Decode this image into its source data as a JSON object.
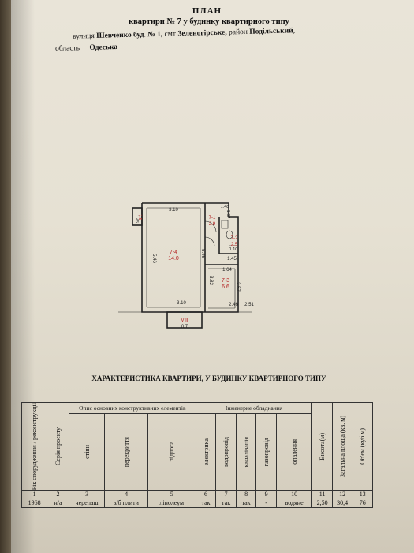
{
  "header": {
    "title": "ПЛАН",
    "subtitle": "квартири № 7 у будинку квартирного типу",
    "address_label_street": "вулиця",
    "address_street": "Шевченко буд. № 1,",
    "address_label_town": "смт",
    "address_town": "Зеленогірське,",
    "address_label_district": "район",
    "address_district": "Подільський,",
    "address_label_region": "область",
    "address_region": "Одеська"
  },
  "plan": {
    "dims": {
      "top_main": "3.10",
      "bottom_main": "3.10",
      "left_main": "5.46",
      "left_mid": "5.46",
      "corridor_v": "3.82",
      "hall_top": "1.10",
      "hall_small": "1.48",
      "hall_right": "1.67",
      "bath_w": "1.45",
      "kitchen_top": "1.64",
      "kitchen_right": "2.57",
      "kitchen_bottom": "2.46",
      "kitchen_corner": "2.51",
      "pantry": "1.45"
    },
    "rooms": [
      {
        "label": "7-4",
        "area": "14.0"
      },
      {
        "label": "7-1",
        "area": "2.9"
      },
      {
        "label": "7-2",
        "area": "2.5"
      },
      {
        "label": "7-3",
        "area": "6.6"
      },
      {
        "label": "7.5",
        "area": ""
      },
      {
        "label": "VIII",
        "area": "0.7"
      }
    ]
  },
  "section_title": "ХАРАКТЕРИСТИКА КВАРТИРИ, У БУДИНКУ КВАРТИРНОГО ТИПУ",
  "table": {
    "group_construct": "Опис основних конструктивних елементів",
    "group_engineering": "Інженерне обладнання",
    "columns": [
      "Рік спорудження / реконструкції",
      "Серія проекту",
      "стіни",
      "перекриття",
      "підлога",
      "електрика",
      "водопровід",
      "каналізація",
      "газопровід",
      "опалення",
      "Висота(м)",
      "Загальна площа (кв. м)",
      "Об'єм (куб.м)"
    ],
    "numbers": [
      "1",
      "2",
      "3",
      "4",
      "5",
      "6",
      "7",
      "8",
      "9",
      "10",
      "11",
      "12",
      "13"
    ],
    "values": [
      "1968",
      "н/а",
      "черепаш",
      "з/б плити",
      "лінолеум",
      "так",
      "так",
      "так",
      "-",
      "водяне",
      "2,50",
      "30,4",
      "76"
    ]
  }
}
